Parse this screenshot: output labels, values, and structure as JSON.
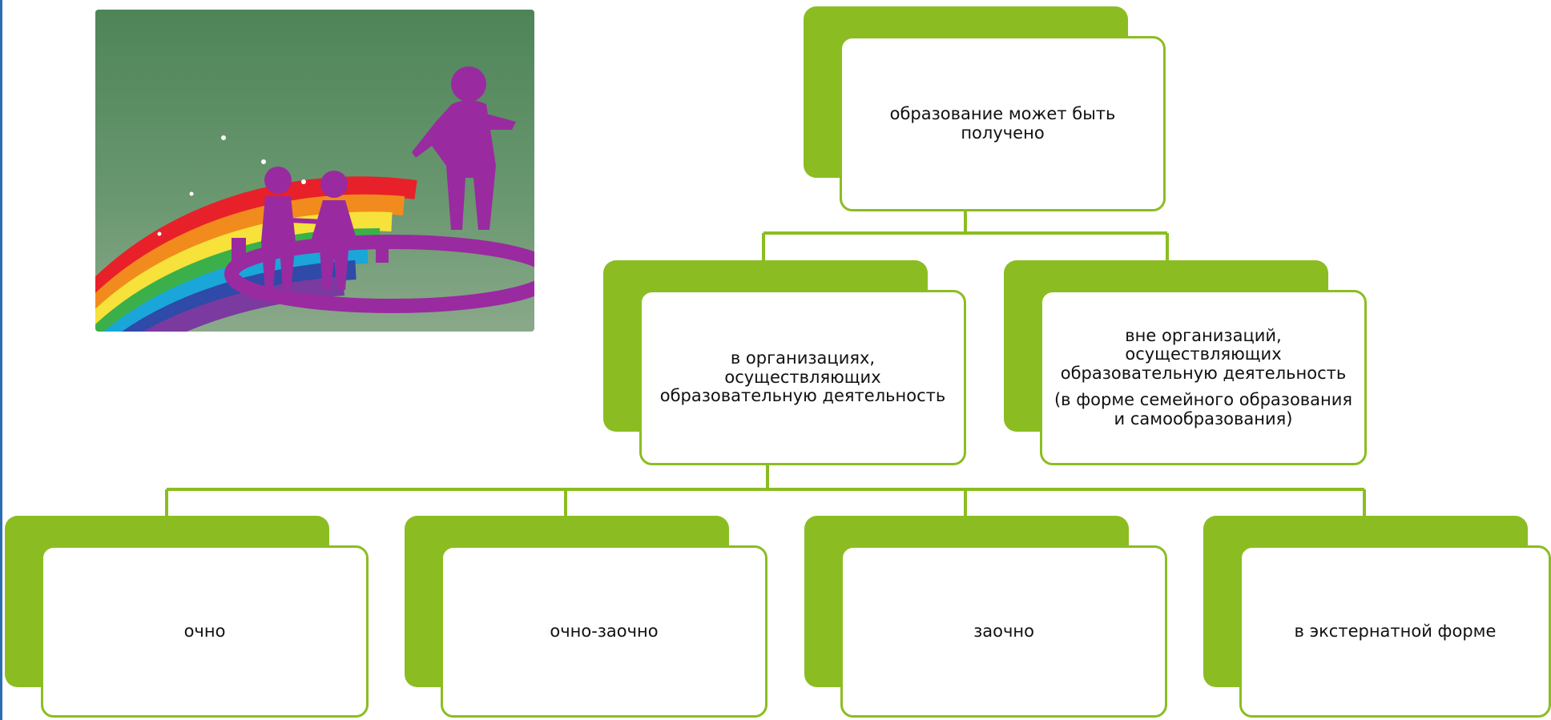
{
  "diagram": {
    "root": {
      "label": "образование может быть получено"
    },
    "level2": [
      {
        "label": "в организациях, осуществляющих образовательную деятельность"
      },
      {
        "label": "вне организаций, осуществляющих образовательную деятельность",
        "note": "(в форме семейного образования и самообразования)"
      }
    ],
    "level3": [
      {
        "label": "очно"
      },
      {
        "label": "очно-заочно"
      },
      {
        "label": "заочно"
      },
      {
        "label": "в экстернатной форме"
      }
    ]
  },
  "illustration": {
    "icon": "rainbow-family-illustration"
  },
  "colors": {
    "accent_green": "#8bbd22",
    "illustration_background": "#5f8e67",
    "figure_purple": "#9a2aa0",
    "edge_blue": "#2d6db3"
  }
}
